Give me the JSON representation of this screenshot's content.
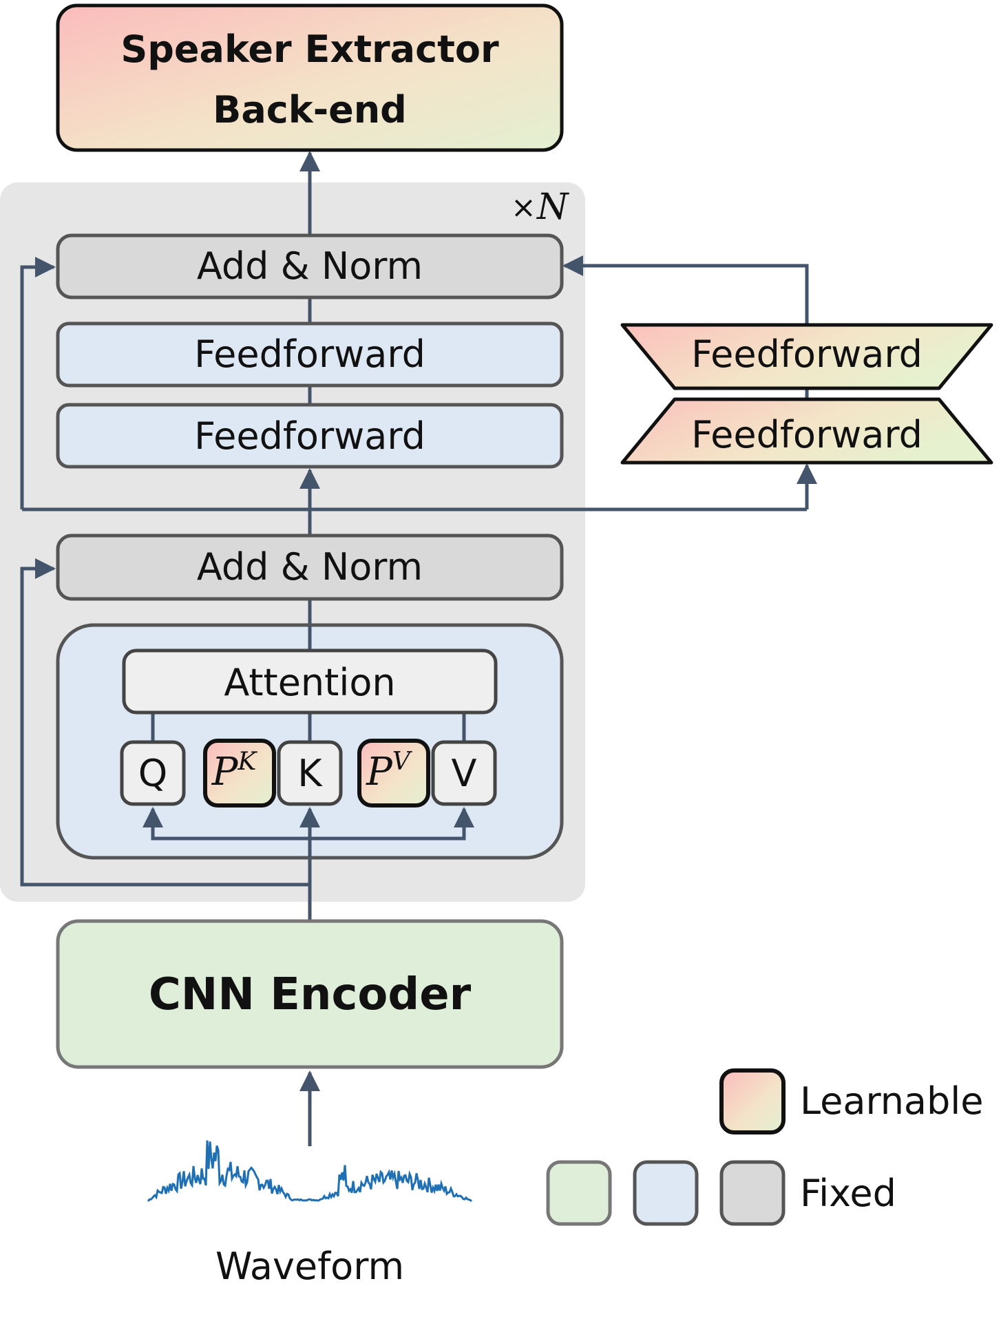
{
  "title": {
    "line1": "Speaker Extractor",
    "line2": "Back-end"
  },
  "repeat": {
    "symbol": "×",
    "var": "N"
  },
  "blocks": {
    "add_norm_top": "Add & Norm",
    "ff_1": "Feedforward",
    "ff_2": "Feedforward",
    "adapter_ff_1": "Feedforward",
    "adapter_ff_2": "Feedforward",
    "add_norm_bottom": "Add & Norm",
    "attention": "Attention",
    "q": "Q",
    "pk_base": "P",
    "pk_sup": "K",
    "k": "K",
    "pv_base": "P",
    "pv_sup": "V",
    "v": "V",
    "encoder": "CNN Encoder"
  },
  "input": {
    "label": "Waveform"
  },
  "legend": {
    "learnable": "Learnable",
    "fixed": "Fixed"
  },
  "colors": {
    "panel": "#e6e6e6",
    "grey_block": "#d9d9d9",
    "blue_block": "#dde8f4",
    "green_block": "#dfeed8",
    "learnable_from": "#f9c4c0",
    "learnable_to": "#e8f2d4",
    "arrow": "#44546a",
    "waveform": "#1f6fb5"
  }
}
